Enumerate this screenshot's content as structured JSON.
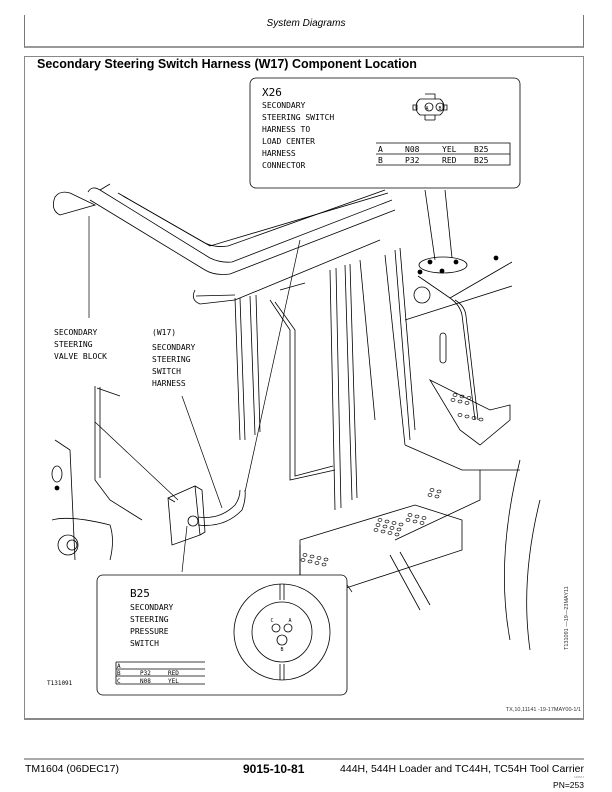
{
  "header": {
    "title": "System Diagrams"
  },
  "section": {
    "title": "Secondary Steering Switch Harness (W17) Component Location"
  },
  "callout_x26": {
    "id": "X26",
    "lines": [
      "SECONDARY",
      "STEERING SWITCH",
      "HARNESS TO",
      "LOAD CENTER",
      "HARNESS",
      "CONNECTOR"
    ],
    "connector_pins": [
      "A",
      "B"
    ],
    "table": [
      {
        "pin": "A",
        "wire": "N08",
        "color": "YEL",
        "dest": "B25"
      },
      {
        "pin": "B",
        "wire": "P32",
        "color": "RED",
        "dest": "B25"
      }
    ]
  },
  "labels": {
    "valve_block": [
      "SECONDARY",
      "STEERING",
      "VALVE BLOCK"
    ],
    "harness": [
      "(W17)",
      "SECONDARY",
      "STEERING",
      "SWITCH",
      "HARNESS"
    ]
  },
  "callout_b25": {
    "id": "B25",
    "lines": [
      "SECONDARY",
      "STEERING",
      "PRESSURE",
      "SWITCH"
    ],
    "connector_pins": [
      "C",
      "A",
      "B"
    ],
    "table": [
      {
        "pin": "A",
        "wire": "",
        "color": ""
      },
      {
        "pin": "B",
        "wire": "P32",
        "color": "RED"
      },
      {
        "pin": "C",
        "wire": "N08",
        "color": "YEL"
      }
    ]
  },
  "figure": {
    "id": "T131091",
    "vertical_id": "T131091 —19—23MAY11",
    "ref_code": "TX,10,11141 -19-17MAY00-1/1"
  },
  "footer": {
    "manual": "TM1604 (06DEC17)",
    "page_code": "9015-10-81",
    "product": "444H, 544H Loader and TC44H, TC54H Tool Carrier",
    "tiny": "120517",
    "pn": "PN=253"
  }
}
